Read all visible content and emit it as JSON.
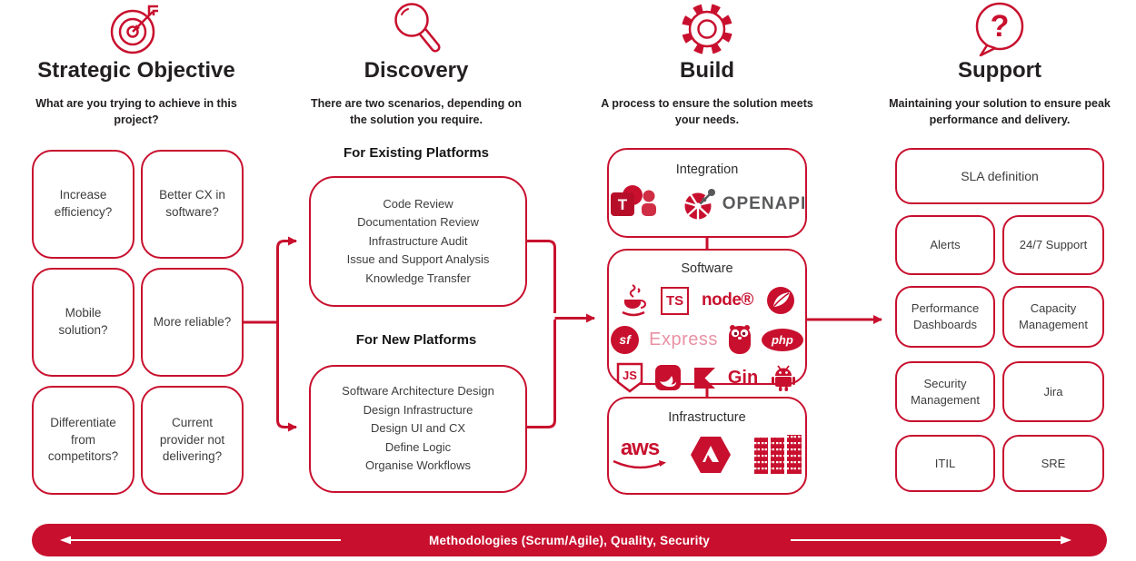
{
  "accent": "#C8102E",
  "icons": {
    "question_glyph": "?"
  },
  "columns": {
    "strategic": {
      "title": "Strategic Objective",
      "subtitle": "What are you trying to achieve in this project?",
      "boxes": [
        "Increase efficiency?",
        "Better CX in software?",
        "Mobile solution?",
        "More reliable?",
        "Differentiate from competitors?",
        "Current provider not delivering?"
      ]
    },
    "discovery": {
      "title": "Discovery",
      "subtitle": "There are two scenarios, depending on the solution you require.",
      "sections": [
        {
          "heading": "For Existing Platforms",
          "items": [
            "Code Review",
            "Documentation Review",
            "Infrastructure Audit",
            "Issue and Support Analysis",
            "Knowledge Transfer"
          ]
        },
        {
          "heading": "For New Platforms",
          "items": [
            "Software Architecture Design",
            "Design Infrastructure",
            "Design UI and CX",
            "Define Logic",
            "Organise Workflows"
          ]
        }
      ]
    },
    "build": {
      "title": "Build",
      "subtitle": "A process to ensure the solution meets your needs.",
      "groups": [
        {
          "heading": "Integration"
        },
        {
          "heading": "Software"
        },
        {
          "heading": "Infrastructure"
        }
      ],
      "logo_labels": {
        "teams_t": "T",
        "openapi": "OPENAPI",
        "typescript": "TS",
        "nodejs": "node®",
        "symfony": "sf",
        "express": "Express",
        "php": "php",
        "javascript": "JS",
        "gin": "Gin",
        "aws": "aws"
      }
    },
    "support": {
      "title": "Support",
      "subtitle": "Maintaining your solution to ensure peak performance and delivery.",
      "boxes": [
        "SLA definition",
        "Alerts",
        "24/7 Support",
        "Performance Dashboards",
        "Capacity Management",
        "Security Management",
        "Jira",
        "ITIL",
        "SRE"
      ]
    }
  },
  "banner": {
    "label": "Methodologies (Scrum/Agile), Quality, Security"
  }
}
